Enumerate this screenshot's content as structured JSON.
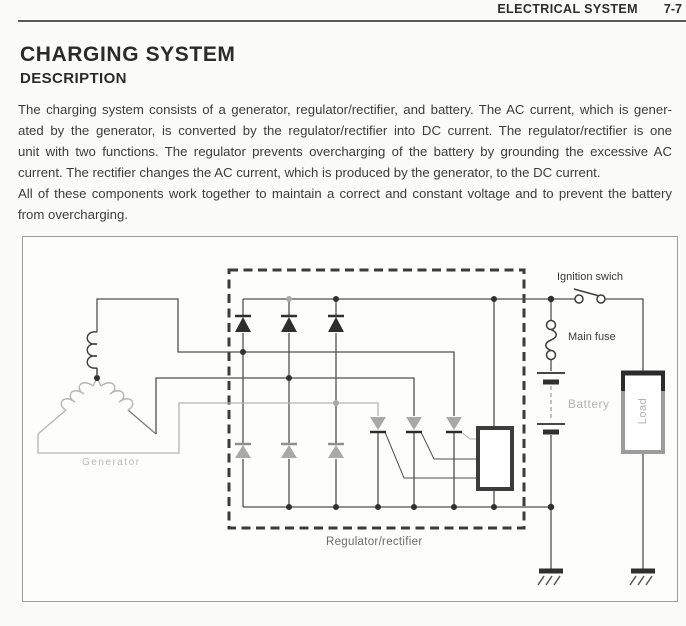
{
  "header": {
    "section": "ELECTRICAL SYSTEM",
    "page_number": "7-7"
  },
  "title": "CHARGING SYSTEM",
  "subtitle": "DESCRIPTION",
  "body": {
    "lines": [
      "The charging system consists of a generator, regulator/rectifier, and battery. The AC current, which is gener-",
      "ated by the generator, is converted by the regulator/rectifier into DC current. The regulator/rectifier is one",
      "unit with two functions. The regulator prevents overcharging of the battery by grounding the excessive AC",
      "current. The rectifier changes the AC current, which is produced by the generator, to the DC current.",
      "All of these components work together to maintain a correct and constant voltage and to prevent the battery",
      "from overcharging."
    ]
  },
  "diagram": {
    "labels": {
      "generator": "Generator",
      "regulator_rectifier": "Regulator/rectifier",
      "ignition_switch": "Ignition swich",
      "main_fuse": "Main fuse",
      "battery": "Battery",
      "load": "Load"
    },
    "colors": {
      "wire_dark": "#4f4f4f",
      "wire_gray": "#b4b4b4",
      "symbol_dark": "#2e2e2e",
      "symbol_gray": "#a9a9a9",
      "label_gray": "#b3b3b3"
    }
  }
}
